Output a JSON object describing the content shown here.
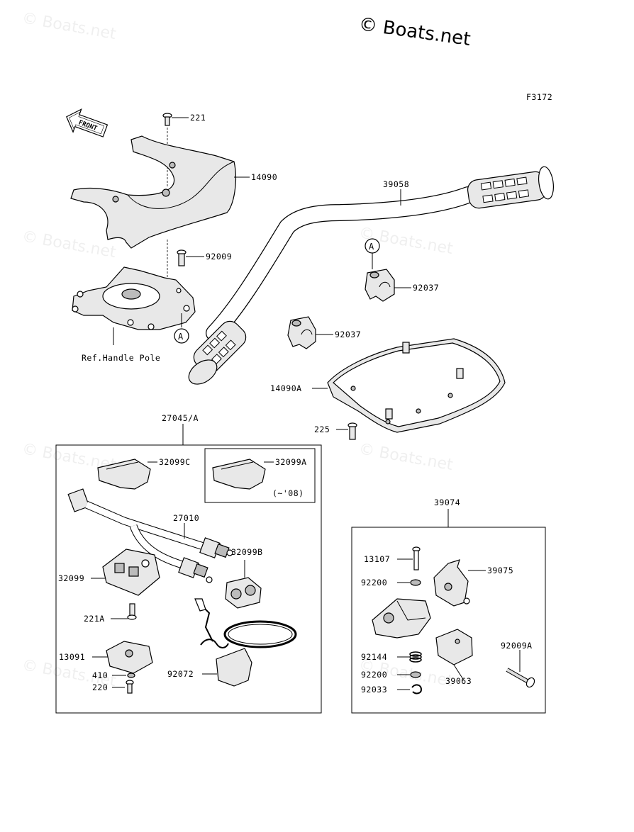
{
  "watermark": "© Boats.net",
  "watermark_faint": "© Boats.net",
  "figure_code": "F3172",
  "front_arrow": "FRONT",
  "ref_text": "Ref.Handle Pole",
  "callout_letter": "A",
  "year_note": "(~'08)",
  "labels": {
    "p221": "221",
    "p14090": "14090",
    "p39058": "39058",
    "p92009": "92009",
    "p92037a": "92037",
    "p92037b": "92037",
    "p14090A": "14090A",
    "p225": "225",
    "p27045A": "27045/A",
    "p32099C": "32099C",
    "p32099A": "32099A",
    "p27010": "27010",
    "p32099B": "32099B",
    "p32099": "32099",
    "p221A": "221A",
    "p13091": "13091",
    "p410": "410",
    "p220": "220",
    "p92072": "92072",
    "p39074": "39074",
    "p13107": "13107",
    "p39075": "39075",
    "p92200a": "92200",
    "p92144": "92144",
    "p92200b": "92200",
    "p92033": "92033",
    "p92009A": "92009A",
    "p39063": "39063"
  }
}
